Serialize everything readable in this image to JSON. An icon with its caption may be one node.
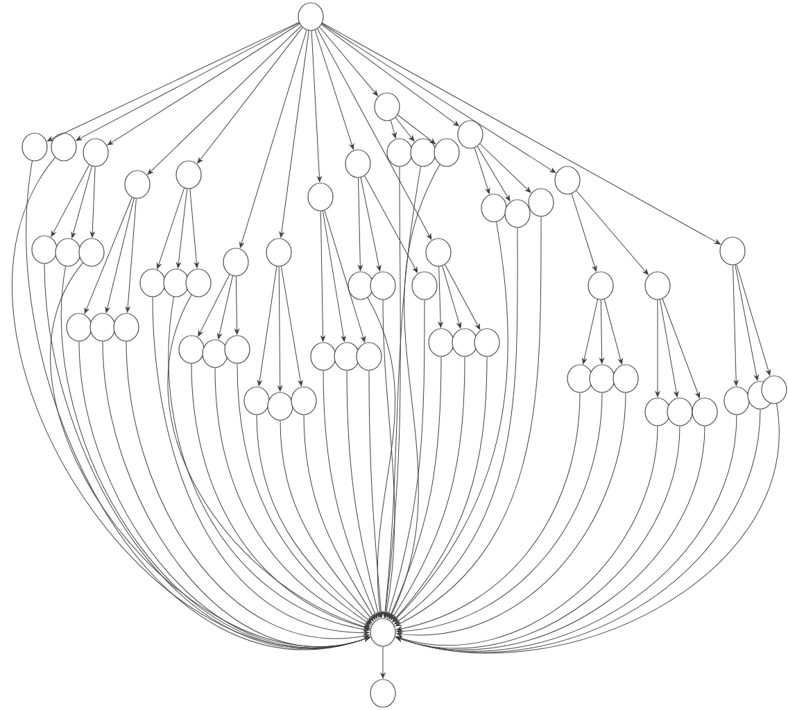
{
  "diagram": {
    "nodes": [
      {
        "text": [],
        "shape": "circle"
      },
      {
        "text": [],
        "shape": "circle"
      },
      {
        "text": [],
        "shape": "circle"
      },
      {
        "text": [],
        "shape": "circle"
      },
      {
        "text": [],
        "shape": "circle"
      },
      {
        "text": [],
        "shape": "circle"
      },
      {
        "text": [],
        "shape": "circle"
      },
      {
        "text": [],
        "shape": "circle"
      },
      {
        "text": [],
        "shape": "circle"
      },
      {
        "text": [],
        "shape": "circle"
      },
      {
        "text": [],
        "shape": "circle"
      },
      {
        "text": [],
        "shape": "circle"
      },
      {
        "text": [],
        "shape": "circle"
      },
      {
        "text": [],
        "shape": "circle"
      },
      {
        "text": [],
        "shape": "circle"
      },
      {
        "text": [],
        "shape": "circle"
      },
      {
        "text": [],
        "shape": "circle"
      },
      {
        "text": [],
        "shape": "circle"
      },
      {
        "text": [],
        "shape": "circle"
      },
      {
        "text": [],
        "shape": "circle"
      },
      {
        "text": [],
        "shape": "circle"
      },
      {
        "text": [],
        "shape": "circle"
      },
      {
        "text": [],
        "shape": "circle"
      },
      {
        "text": [],
        "shape": "circle"
      },
      {
        "text": [],
        "shape": "circle"
      },
      {
        "text": [],
        "shape": "circle"
      },
      {
        "text": [],
        "shape": "circle"
      },
      {
        "text": [],
        "shape": "circle"
      },
      {
        "text": [],
        "shape": "circle"
      },
      {
        "text": [],
        "shape": "circle"
      },
      {
        "text": [],
        "shape": "circle"
      },
      {
        "text": [],
        "shape": "circle"
      },
      {
        "text": [],
        "shape": "circle"
      },
      {
        "text": [],
        "shape": "circle"
      },
      {
        "text": [],
        "shape": "circle"
      },
      {
        "text": [],
        "shape": "circle"
      },
      {
        "text": [],
        "shape": "circle"
      },
      {
        "text": [],
        "shape": "circle"
      },
      {
        "text": [],
        "shape": "circle"
      },
      {
        "text": [],
        "shape": "circle"
      },
      {
        "text": [],
        "shape": "circle"
      },
      {
        "text": [],
        "shape": "circle"
      },
      {
        "text": [],
        "shape": "circle"
      },
      {
        "text": [],
        "shape": "circle"
      },
      {
        "text": [],
        "shape": "circle"
      },
      {
        "text": [],
        "shape": "circle"
      },
      {
        "text": [],
        "shape": "circle"
      },
      {
        "text": [],
        "shape": "circle"
      },
      {
        "text": [],
        "shape": "circle"
      },
      {
        "text": [],
        "shape": "circle"
      },
      {
        "text": [],
        "shape": "circle"
      },
      {
        "text": [],
        "shape": "circle"
      },
      {
        "text": [],
        "shape": "circle"
      },
      {
        "text": [],
        "shape": "circle"
      },
      {
        "text": [],
        "shape": "circle"
      },
      {
        "text": [],
        "shape": "circle"
      },
      {
        "text": [],
        "shape": "circle"
      },
      {
        "text": [],
        "shape": "circle"
      }
    ],
    "edges": [
      {
        "from": 0,
        "to": 1,
        "arrow": "to"
      },
      {
        "from": 0,
        "to": 2,
        "arrow": "to"
      },
      {
        "from": 0,
        "to": 3,
        "arrow": "to"
      },
      {
        "from": 0,
        "to": 4,
        "arrow": "to"
      },
      {
        "from": 0,
        "to": 5,
        "arrow": "to"
      },
      {
        "from": 0,
        "to": 6,
        "arrow": "to"
      },
      {
        "from": 0,
        "to": 7,
        "arrow": "to"
      },
      {
        "from": 0,
        "to": 8,
        "arrow": "to"
      },
      {
        "from": 0,
        "to": 9,
        "arrow": "to"
      },
      {
        "from": 0,
        "to": 10,
        "arrow": "to"
      },
      {
        "from": 0,
        "to": 11,
        "arrow": "to"
      },
      {
        "from": 0,
        "to": 12,
        "arrow": "to"
      },
      {
        "from": 0,
        "to": 13,
        "arrow": "to"
      },
      {
        "from": 0,
        "to": 14,
        "arrow": "to"
      },
      {
        "from": 3,
        "to": 17,
        "arrow": "to"
      },
      {
        "from": 3,
        "to": 18,
        "arrow": "to"
      },
      {
        "from": 3,
        "to": 19,
        "arrow": "to"
      },
      {
        "from": 4,
        "to": 20,
        "arrow": "to"
      },
      {
        "from": 4,
        "to": 21,
        "arrow": "to"
      },
      {
        "from": 4,
        "to": 22,
        "arrow": "to"
      },
      {
        "from": 5,
        "to": 23,
        "arrow": "to"
      },
      {
        "from": 5,
        "to": 24,
        "arrow": "to"
      },
      {
        "from": 5,
        "to": 25,
        "arrow": "to"
      },
      {
        "from": 6,
        "to": 26,
        "arrow": "to"
      },
      {
        "from": 6,
        "to": 27,
        "arrow": "to"
      },
      {
        "from": 6,
        "to": 28,
        "arrow": "to"
      },
      {
        "from": 7,
        "to": 29,
        "arrow": "to"
      },
      {
        "from": 7,
        "to": 30,
        "arrow": "to"
      },
      {
        "from": 7,
        "to": 31,
        "arrow": "to"
      },
      {
        "from": 8,
        "to": 32,
        "arrow": "to"
      },
      {
        "from": 8,
        "to": 33,
        "arrow": "to"
      },
      {
        "from": 8,
        "to": 34,
        "arrow": "to"
      },
      {
        "from": 9,
        "to": 35,
        "arrow": "to"
      },
      {
        "from": 9,
        "to": 36,
        "arrow": "to"
      },
      {
        "from": 9,
        "to": 37,
        "arrow": "to"
      },
      {
        "from": 10,
        "to": 38,
        "arrow": "to"
      },
      {
        "from": 10,
        "to": 39,
        "arrow": "to"
      },
      {
        "from": 10,
        "to": 40,
        "arrow": "to"
      },
      {
        "from": 11,
        "to": 41,
        "arrow": "to"
      },
      {
        "from": 11,
        "to": 42,
        "arrow": "to"
      },
      {
        "from": 11,
        "to": 43,
        "arrow": "to"
      },
      {
        "from": 12,
        "to": 44,
        "arrow": "to"
      },
      {
        "from": 12,
        "to": 45,
        "arrow": "to"
      },
      {
        "from": 12,
        "to": 46,
        "arrow": "to"
      },
      {
        "from": 13,
        "to": 15,
        "arrow": "to"
      },
      {
        "from": 13,
        "to": 16,
        "arrow": "to"
      },
      {
        "from": 15,
        "to": 47,
        "arrow": "to"
      },
      {
        "from": 15,
        "to": 48,
        "arrow": "to"
      },
      {
        "from": 15,
        "to": 49,
        "arrow": "to"
      },
      {
        "from": 16,
        "to": 50,
        "arrow": "to"
      },
      {
        "from": 16,
        "to": 51,
        "arrow": "to"
      },
      {
        "from": 16,
        "to": 52,
        "arrow": "to"
      },
      {
        "from": 14,
        "to": 53,
        "arrow": "to"
      },
      {
        "from": 14,
        "to": 54,
        "arrow": "to"
      },
      {
        "from": 14,
        "to": 55,
        "arrow": "to"
      },
      {
        "from": 1,
        "to": 56,
        "arrow": "to"
      },
      {
        "from": 2,
        "to": 56,
        "arrow": "to"
      },
      {
        "from": 17,
        "to": 56,
        "arrow": "to"
      },
      {
        "from": 18,
        "to": 56,
        "arrow": "to"
      },
      {
        "from": 19,
        "to": 56,
        "arrow": "to"
      },
      {
        "from": 20,
        "to": 56,
        "arrow": "to"
      },
      {
        "from": 21,
        "to": 56,
        "arrow": "to"
      },
      {
        "from": 22,
        "to": 56,
        "arrow": "to"
      },
      {
        "from": 23,
        "to": 56,
        "arrow": "to"
      },
      {
        "from": 24,
        "to": 56,
        "arrow": "to"
      },
      {
        "from": 25,
        "to": 56,
        "arrow": "to"
      },
      {
        "from": 26,
        "to": 56,
        "arrow": "to"
      },
      {
        "from": 27,
        "to": 56,
        "arrow": "to"
      },
      {
        "from": 28,
        "to": 56,
        "arrow": "to"
      },
      {
        "from": 29,
        "to": 56,
        "arrow": "to"
      },
      {
        "from": 30,
        "to": 56,
        "arrow": "to"
      },
      {
        "from": 31,
        "to": 56,
        "arrow": "to"
      },
      {
        "from": 32,
        "to": 56,
        "arrow": "to"
      },
      {
        "from": 33,
        "to": 56,
        "arrow": "to"
      },
      {
        "from": 34,
        "to": 56,
        "arrow": "to"
      },
      {
        "from": 35,
        "to": 56,
        "arrow": "to"
      },
      {
        "from": 36,
        "to": 56,
        "arrow": "to"
      },
      {
        "from": 37,
        "to": 56,
        "arrow": "to"
      },
      {
        "from": 38,
        "to": 56,
        "arrow": "to"
      },
      {
        "from": 39,
        "to": 56,
        "arrow": "to"
      },
      {
        "from": 40,
        "to": 56,
        "arrow": "to"
      },
      {
        "from": 41,
        "to": 56,
        "arrow": "to"
      },
      {
        "from": 42,
        "to": 56,
        "arrow": "to"
      },
      {
        "from": 43,
        "to": 56,
        "arrow": "to"
      },
      {
        "from": 44,
        "to": 56,
        "arrow": "to"
      },
      {
        "from": 45,
        "to": 56,
        "arrow": "to"
      },
      {
        "from": 46,
        "to": 56,
        "arrow": "to"
      },
      {
        "from": 47,
        "to": 56,
        "arrow": "to"
      },
      {
        "from": 48,
        "to": 56,
        "arrow": "to"
      },
      {
        "from": 49,
        "to": 56,
        "arrow": "to"
      },
      {
        "from": 50,
        "to": 56,
        "arrow": "to"
      },
      {
        "from": 51,
        "to": 56,
        "arrow": "to"
      },
      {
        "from": 52,
        "to": 56,
        "arrow": "to"
      },
      {
        "from": 53,
        "to": 56,
        "arrow": "to"
      },
      {
        "from": 54,
        "to": 56,
        "arrow": "to"
      },
      {
        "from": 55,
        "to": 56,
        "arrow": "to"
      },
      {
        "from": 56,
        "to": 57,
        "arrow": "to"
      }
    ]
  }
}
